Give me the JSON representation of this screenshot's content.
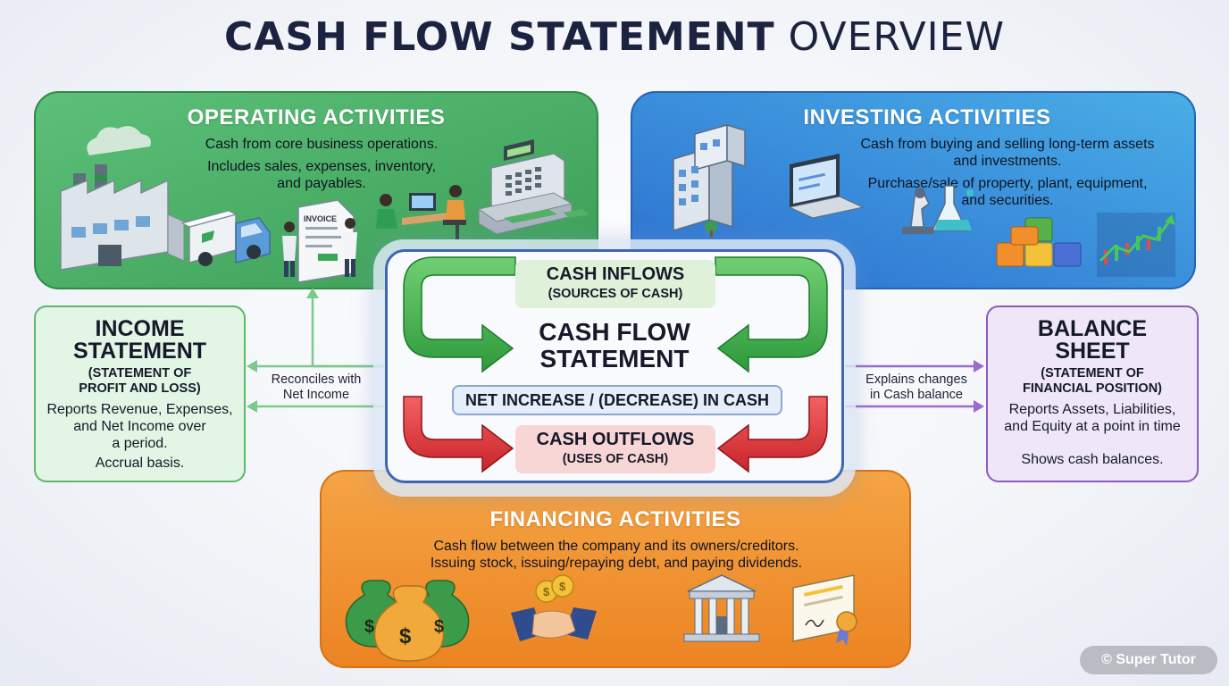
{
  "title": {
    "bold": "CASH FLOW STATEMENT",
    "light": "OVERVIEW"
  },
  "operating": {
    "title": "OPERATING ACTIVITIES",
    "line1": "Cash from core business operations.",
    "line2": "Includes sales, expenses, inventory,",
    "line3": "and payables.",
    "invoice_label": "INVOICE"
  },
  "investing": {
    "title": "INVESTING ACTIVITIES",
    "line1": "Cash from buying and selling long-term assets",
    "line2": "and investments.",
    "line3": "Purchase/sale of property, plant, equipment,",
    "line4": "and securities."
  },
  "financing": {
    "title": "FINANCING ACTIVITIES",
    "line1": "Cash flow between the company and its owners/creditors.",
    "line2": "Issuing stock, issuing/repaying debt, and paying dividends."
  },
  "income": {
    "title1": "INCOME",
    "title2": "STATEMENT",
    "sub1": "(STATEMENT OF",
    "sub2": "PROFIT AND LOSS)",
    "text1": "Reports Revenue, Expenses,",
    "text2": "and Net Income over",
    "text3": "a period.",
    "text4": "Accrual basis."
  },
  "balance": {
    "title1": "BALANCE",
    "title2": "SHEET",
    "sub1": "(STATEMENT OF",
    "sub2": "FINANCIAL POSITION)",
    "text1": "Reports Assets, Liabilities,",
    "text2": "and Equity at a point in time",
    "text3": "Shows cash balances."
  },
  "center": {
    "inflows_title": "CASH INFLOWS",
    "inflows_sub": "(SOURCES OF CASH)",
    "title1": "CASH FLOW",
    "title2": "STATEMENT",
    "net": "NET INCREASE / (DECREASE) IN CASH",
    "outflows_title": "CASH OUTFLOWS",
    "outflows_sub": "(USES OF CASH)"
  },
  "connectors": {
    "left1": "Reconciles with",
    "left2": "Net Income",
    "right1": "Explains changes",
    "right2": "in Cash balance"
  },
  "watermark": "© Super Tutor",
  "colors": {
    "operating": "#4caf64",
    "investing": "#3a8cdc",
    "financing": "#f0922e",
    "income_border": "#5bb96a",
    "balance_border": "#8a5cbd",
    "center_border": "#3f66b6",
    "inflow_arrow": "#3fae4a",
    "outflow_arrow": "#e0383a"
  }
}
